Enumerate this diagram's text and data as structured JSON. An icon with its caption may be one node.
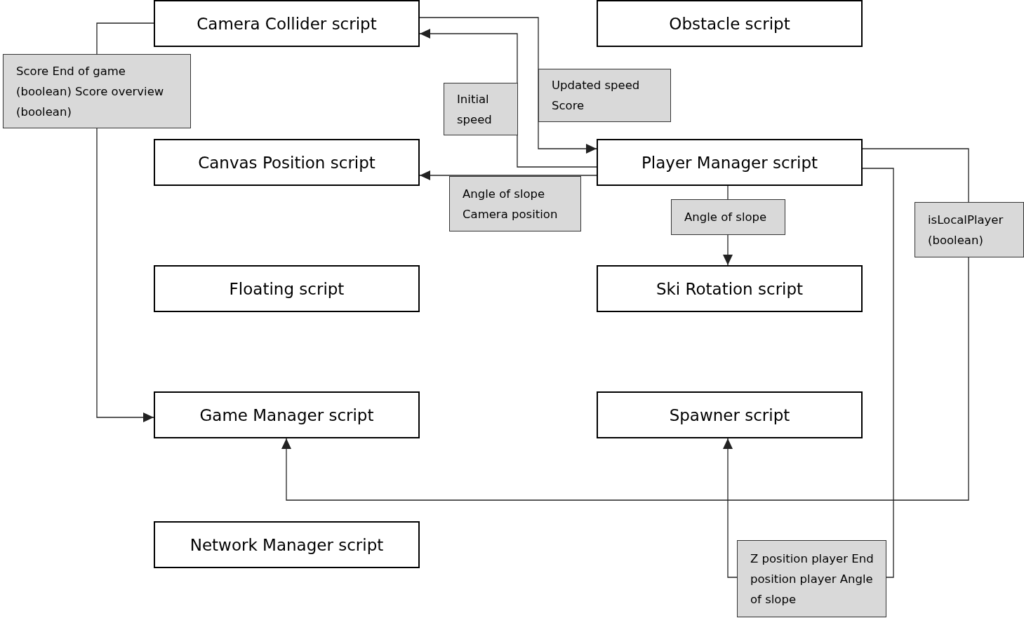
{
  "diagram": {
    "nodes": [
      {
        "text": [
          "Camera Collider script"
        ]
      },
      {
        "text": [
          "Obstacle script"
        ]
      },
      {
        "text": [
          "Canvas Position script"
        ]
      },
      {
        "text": [
          "Player Manager script"
        ]
      },
      {
        "text": [
          "Floating script"
        ]
      },
      {
        "text": [
          "Ski Rotation script"
        ]
      },
      {
        "text": [
          "Game Manager script"
        ]
      },
      {
        "text": [
          "Spawner script"
        ]
      },
      {
        "text": [
          "Network Manager script"
        ]
      }
    ],
    "edges": [
      {
        "from": 0,
        "to": 6,
        "arrow": "to",
        "label": "Score End of game (boolean) Score overview (boolean)"
      },
      {
        "from": 0,
        "to": 3,
        "arrow": "to",
        "label": "Updated speed Score"
      },
      {
        "from": 3,
        "to": 0,
        "arrow": "to",
        "label": "Initial speed"
      },
      {
        "from": 3,
        "to": 2,
        "arrow": "to",
        "label": "Angle of slope Camera position"
      },
      {
        "from": 3,
        "to": 5,
        "arrow": "to",
        "label": "Angle of slope"
      },
      {
        "from": 3,
        "to": 6,
        "arrow": "to",
        "label": "isLocalPlayer (boolean)"
      },
      {
        "from": 3,
        "to": 7,
        "arrow": "to",
        "label": "Z position player End position player Angle of slope"
      }
    ]
  }
}
